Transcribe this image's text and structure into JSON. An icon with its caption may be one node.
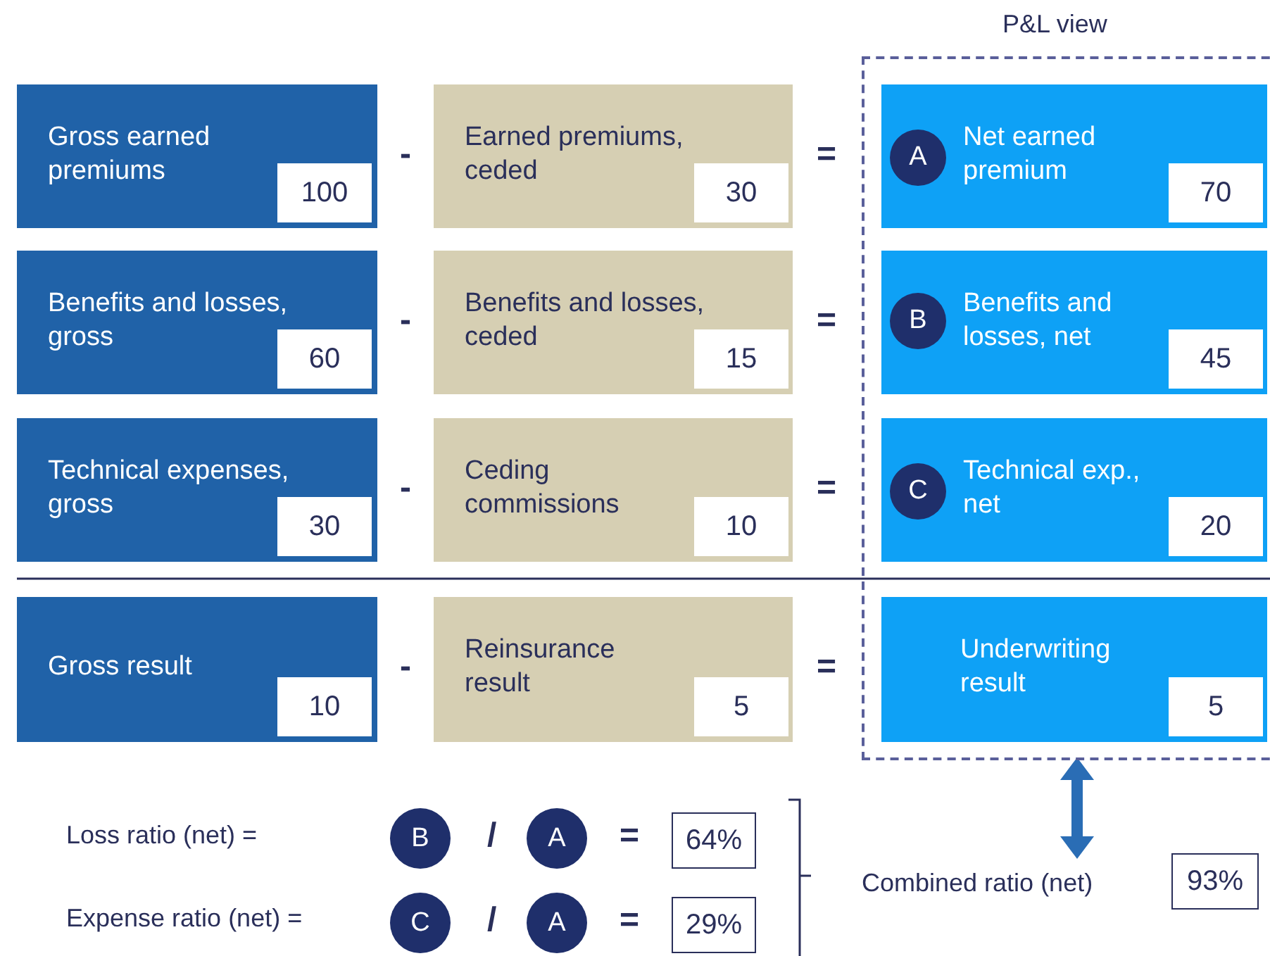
{
  "diagram": {
    "nodes": [
      {
        "text": [
          "P&L view"
        ]
      },
      {
        "text": [
          "Gross earned premiums"
        ]
      },
      {
        "text": [
          "100"
        ],
        "in": 1
      },
      {
        "text": [
          "Earned premiums, ceded"
        ]
      },
      {
        "text": [
          "30"
        ],
        "in": 3
      },
      {
        "text": [
          "Net earned premium"
        ],
        "in": 0
      },
      {
        "text": [
          "A"
        ],
        "in": 5
      },
      {
        "text": [
          "70"
        ],
        "in": 5
      },
      {
        "text": [
          "Benefits and losses, gross"
        ]
      },
      {
        "text": [
          "60"
        ],
        "in": 8
      },
      {
        "text": [
          "Benefits and losses, ceded"
        ]
      },
      {
        "text": [
          "15"
        ],
        "in": 10
      },
      {
        "text": [
          "Benefits and losses, net"
        ],
        "in": 0
      },
      {
        "text": [
          "B"
        ],
        "in": 12
      },
      {
        "text": [
          "45"
        ],
        "in": 12
      },
      {
        "text": [
          "Technical expenses, gross"
        ]
      },
      {
        "text": [
          "30"
        ],
        "in": 15
      },
      {
        "text": [
          "Ceding commissions"
        ]
      },
      {
        "text": [
          "10"
        ],
        "in": 17
      },
      {
        "text": [
          "Technical exp., net"
        ],
        "in": 0
      },
      {
        "text": [
          "C"
        ],
        "in": 19
      },
      {
        "text": [
          "20"
        ],
        "in": 19
      },
      {
        "text": [
          "Gross result"
        ]
      },
      {
        "text": [
          "10"
        ],
        "in": 22
      },
      {
        "text": [
          "Reinsurance result"
        ]
      },
      {
        "text": [
          "5"
        ],
        "in": 24
      },
      {
        "text": [
          "Underwriting result"
        ],
        "in": 0
      },
      {
        "text": [
          "5"
        ],
        "in": 26
      },
      {
        "text": [
          "B"
        ]
      },
      {
        "text": [
          "A"
        ]
      },
      {
        "text": [
          "64%"
        ]
      },
      {
        "text": [
          "C"
        ]
      },
      {
        "text": [
          "A"
        ]
      },
      {
        "text": [
          "29%"
        ]
      },
      {
        "text": [
          "Combined ratio (net)"
        ]
      },
      {
        "text": [
          "93%"
        ]
      }
    ],
    "edges": [
      {
        "from": 0,
        "to": 34,
        "arrow": "both"
      }
    ],
    "labels": [
      "-",
      "=",
      "-",
      "=",
      "-",
      "=",
      "-",
      "=",
      "Loss ratio (net) =",
      "/",
      "=",
      "Expense ratio (net) =",
      "/",
      "="
    ]
  }
}
